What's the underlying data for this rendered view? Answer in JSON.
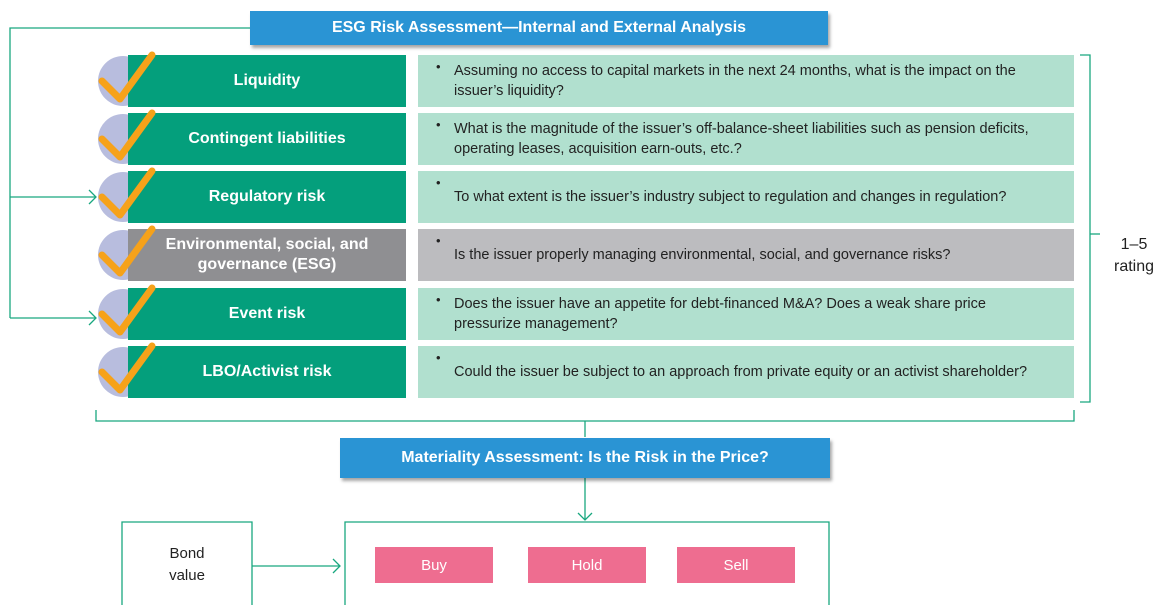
{
  "diagram": {
    "title": "ESG Risk Assessment—Internal and External Analysis",
    "factors": [
      {
        "label": "Liquidity",
        "question": "Assuming no access to capital markets in the next 24 months, what is the impact on the issuer’s liquidity?",
        "highlight": false
      },
      {
        "label": "Contingent liabilities",
        "question": "What is the magnitude of the issuer’s off-balance-sheet liabilities such as pension deficits, operating leases, acquisition earn-outs, etc.?",
        "highlight": false
      },
      {
        "label": "Regulatory risk",
        "question": "To what extent is the issuer’s industry subject to regulation and changes in regulation?",
        "highlight": false
      },
      {
        "label": "Environmental, social, and governance (ESG)",
        "question": "Is the issuer properly managing environmental, social, and governance risks?",
        "highlight": true
      },
      {
        "label": "Event risk",
        "question": "Does the issuer have an appetite for debt-financed M&A? Does a weak share price pressurize management?",
        "highlight": false
      },
      {
        "label": "LBO/Activist risk",
        "question": "Could the issuer be subject to an approach from private equity or an activist shareholder?",
        "highlight": false
      }
    ],
    "bullet_glyph": "•",
    "rating_label": "1–5\nrating",
    "materiality_title": "Materiality Assessment: Is the Risk in the Price?",
    "bond_value_label": "Bond\nvalue",
    "actions": [
      "Buy",
      "Hold",
      "Sell"
    ],
    "colors": {
      "title_blue": "#2a94d4",
      "factor_green": "#049f7c",
      "factor_grey": "#8f8f92",
      "question_green": "#b1e0cf",
      "question_grey": "#bcbcbf",
      "check_circle": "#b8bdde",
      "check_orange": "#f6a21a",
      "connector": "#19a77f",
      "action_pink": "#ee6d90"
    }
  }
}
